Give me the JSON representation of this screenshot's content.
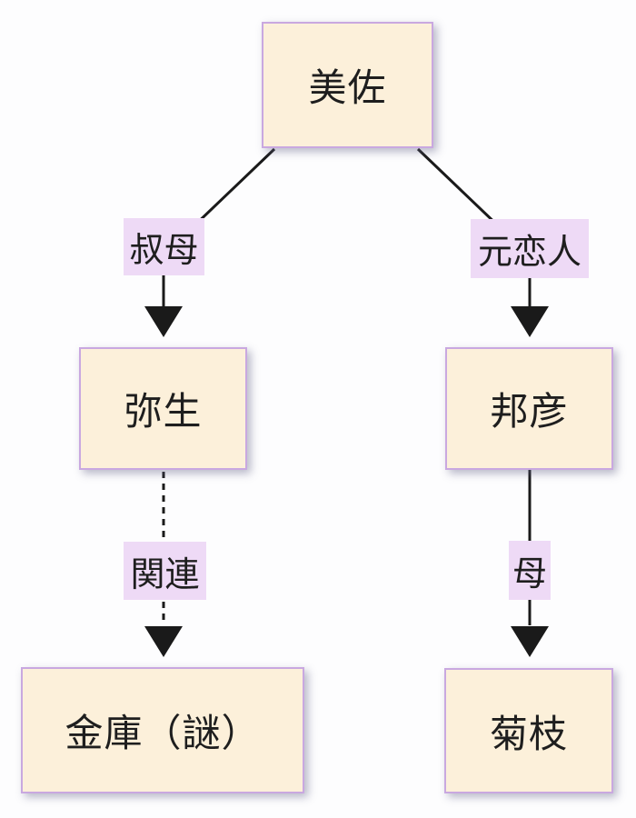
{
  "diagram": {
    "type": "flowchart",
    "direction": "top-down",
    "nodes": [
      {
        "id": "misa",
        "label": "美佐"
      },
      {
        "id": "yayoi",
        "label": "弥生"
      },
      {
        "id": "kunihiko",
        "label": "邦彦"
      },
      {
        "id": "safe",
        "label": "金庫（謎）"
      },
      {
        "id": "kikue",
        "label": "菊枝"
      }
    ],
    "edges": [
      {
        "from": "misa",
        "to": "yayoi",
        "label": "叔母",
        "style": "solid",
        "arrow": "triangle"
      },
      {
        "from": "misa",
        "to": "kunihiko",
        "label": "元恋人",
        "style": "solid",
        "arrow": "triangle"
      },
      {
        "from": "yayoi",
        "to": "safe",
        "label": "関連",
        "style": "dashed",
        "arrow": "triangle"
      },
      {
        "from": "kunihiko",
        "to": "kikue",
        "label": "母",
        "style": "solid",
        "arrow": "triangle"
      }
    ],
    "colors": {
      "background": "#fdfdfe",
      "node_fill": "#fcf0da",
      "node_border": "#c9a8e0",
      "label_bg": "#eedaf6",
      "edge": "#1a1a1a",
      "text": "#1e1e1e"
    }
  }
}
